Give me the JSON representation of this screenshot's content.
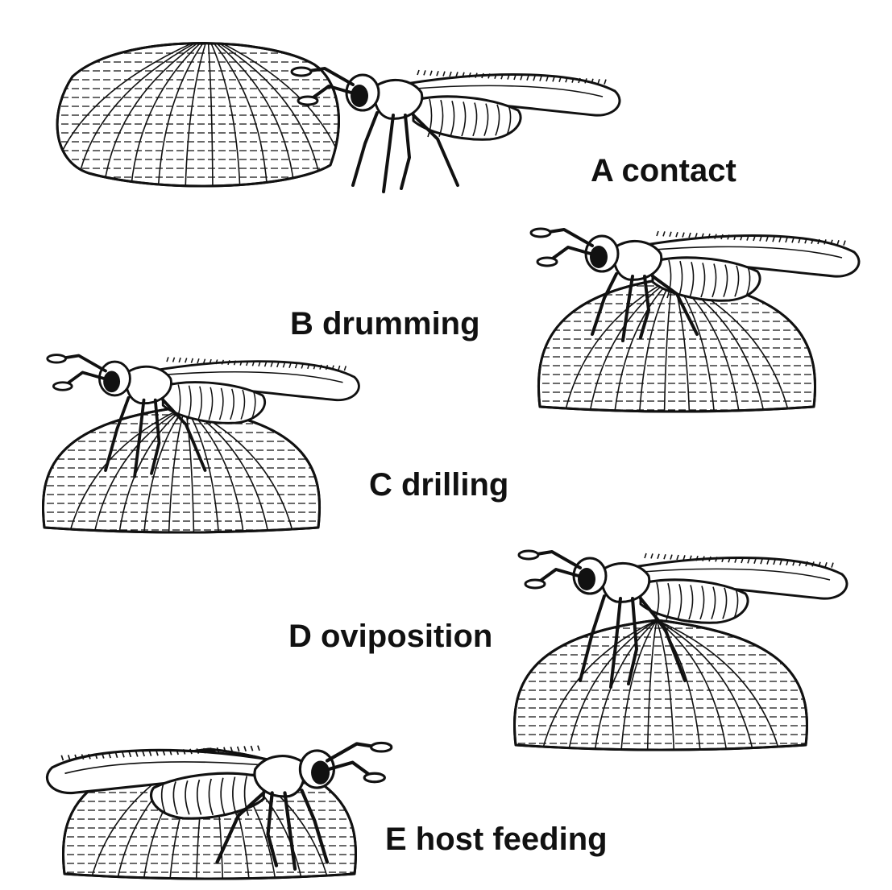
{
  "figure": {
    "panels": [
      {
        "label": "A contact",
        "icon": "wasp-on-egg-icon"
      },
      {
        "label": "B drumming",
        "icon": "wasp-on-egg-icon"
      },
      {
        "label": "C drilling",
        "icon": "wasp-on-egg-icon"
      },
      {
        "label": "D oviposition",
        "icon": "wasp-on-egg-icon"
      },
      {
        "label": "E host feeding",
        "icon": "wasp-on-egg-icon"
      }
    ],
    "colors": {
      "ink": "#111111",
      "paper": "#ffffff"
    }
  }
}
